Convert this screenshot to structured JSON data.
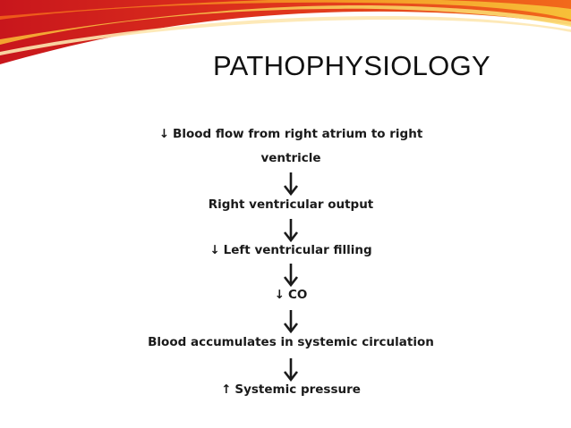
{
  "title": "PATHOPHYSIOLOGY",
  "flow": {
    "steps": [
      {
        "symbol": "↓",
        "text": "Blood flow from right atrium to right"
      },
      {
        "symbol": "",
        "text": "ventricle"
      },
      {
        "symbol": "",
        "text": "Right ventricular output"
      },
      {
        "symbol": "↓",
        "text": "Left ventricular filling"
      },
      {
        "symbol": "↓",
        "text": "CO"
      },
      {
        "symbol": "",
        "text": "Blood accumulates  in systemic circulation"
      },
      {
        "symbol": "↑",
        "text": "Systemic pressure"
      }
    ]
  },
  "colors": {
    "banner_red": "#d7261e",
    "banner_orange": "#f0781c",
    "banner_yellow": "#f7c43a",
    "text": "#1a1a1a"
  }
}
